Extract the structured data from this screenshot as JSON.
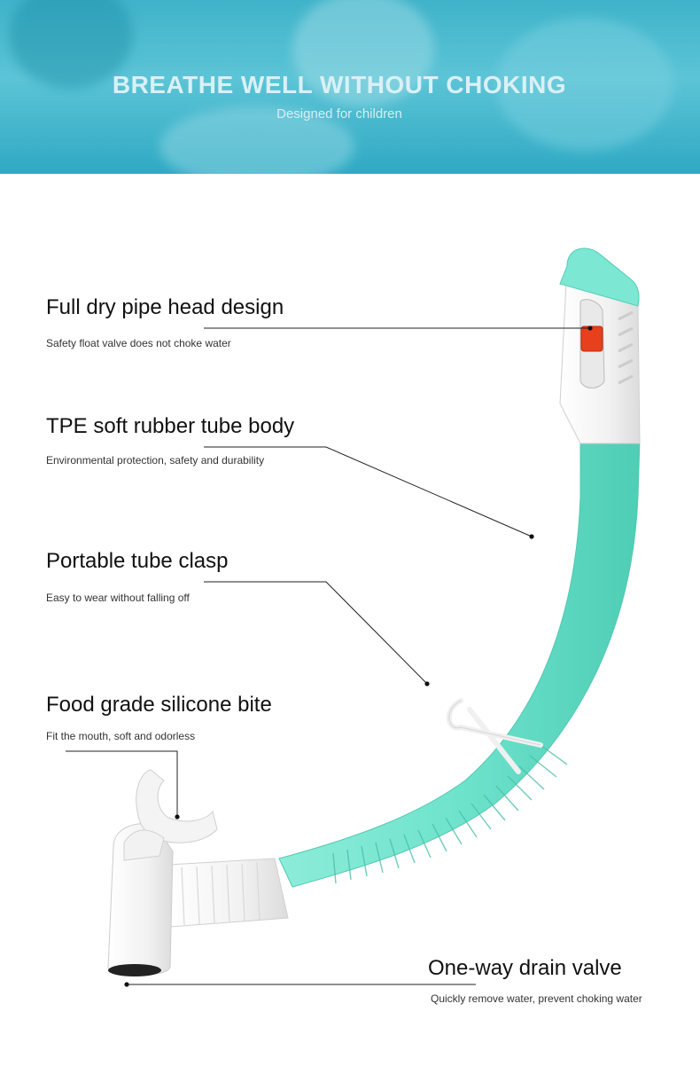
{
  "banner": {
    "title": "BREATHE WELL WITHOUT CHOKING",
    "subtitle": "Designed for children"
  },
  "features": [
    {
      "title": "Full dry pipe head design",
      "subtitle": "Safety float valve does not choke water"
    },
    {
      "title": "TPE soft rubber tube body",
      "subtitle": "Environmental protection, safety and durability"
    },
    {
      "title": "Portable tube clasp",
      "subtitle": "Easy to wear without falling off"
    },
    {
      "title": "Food grade silicone bite",
      "subtitle": "Fit the mouth, soft and odorless"
    },
    {
      "title": "One-way drain valve",
      "subtitle": "Quickly remove water, prevent choking water"
    }
  ],
  "colors": {
    "tube": "#6ee3cc",
    "tube_dark": "#53cdb6",
    "white_part": "#f7f7f7",
    "valve": "#e8401c",
    "banner": "#4bbcd0"
  }
}
